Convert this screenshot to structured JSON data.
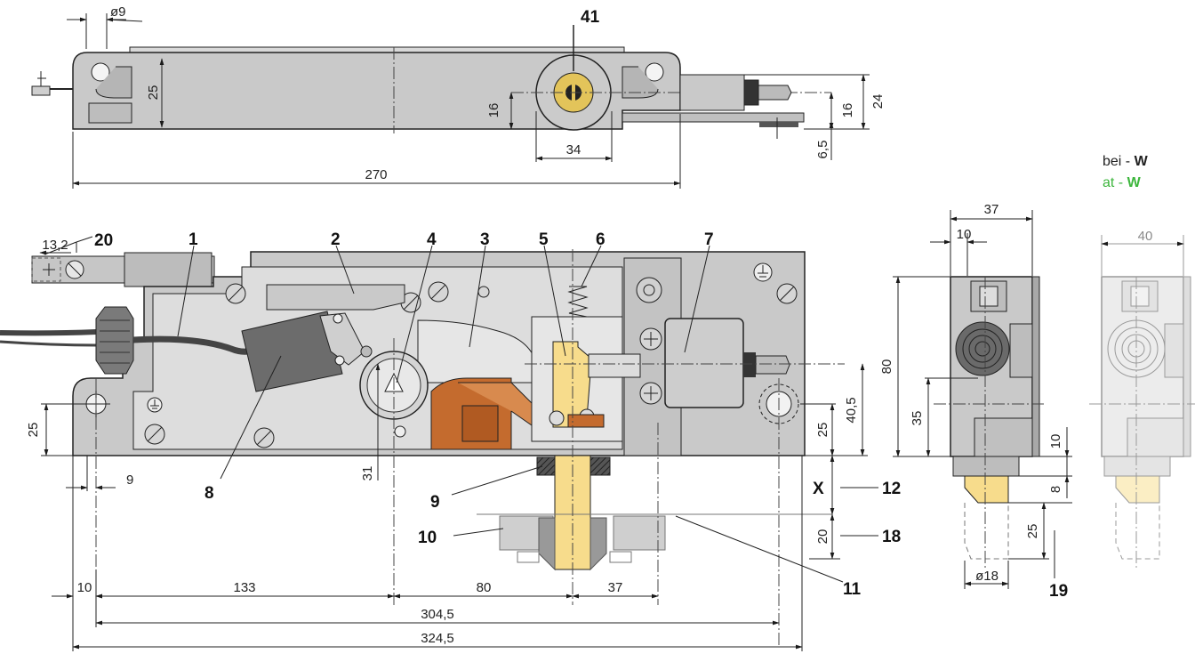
{
  "legend": {
    "line1_prefix": "bei - ",
    "line1_suffix": "W",
    "line2_prefix": "at - ",
    "line2_suffix": "W",
    "color_primary": "#222222",
    "color_alt": "#3db63d"
  },
  "callouts": {
    "c1": "1",
    "c2": "2",
    "c3": "3",
    "c4": "4",
    "c5": "5",
    "c6": "6",
    "c7": "7",
    "c8": "8",
    "c9": "9",
    "c10": "10",
    "c11": "11",
    "c12": "12",
    "c18": "18",
    "c19": "19",
    "c20": "20",
    "c41": "41",
    "cX": "X"
  },
  "dims": {
    "top_hole_dia": "ø9",
    "top_height_25": "25",
    "top_axis_16": "16",
    "top_hub_width": "34",
    "top_right_16": "16",
    "top_right_24": "24",
    "top_offset_65": "6,5",
    "top_length": "270",
    "main_13_2": "13,2",
    "main_25_left": "25",
    "main_9": "9",
    "main_31": "31",
    "main_25_right": "25",
    "main_40_5": "40,5",
    "bottom_10": "10",
    "bottom_133": "133",
    "bottom_80": "80",
    "bottom_37": "37",
    "bottom_304_5": "304,5",
    "bottom_324_5": "324,5",
    "stroke_20": "20",
    "side_width_37": "37",
    "side_offset_10": "10",
    "side_height_80": "80",
    "side_35": "35",
    "side_10": "10",
    "side_8": "8",
    "side_25": "25",
    "side_dia_18": "ø18",
    "alt_width_40": "40"
  },
  "colors": {
    "housing": "#c8c8c8",
    "housing_dark": "#a8a8a8",
    "cavity": "#dedede",
    "plunger": "#f7dc8c",
    "brass": "#e3c45a",
    "copper": "#c46b2e",
    "line": "#1a1a1a"
  }
}
